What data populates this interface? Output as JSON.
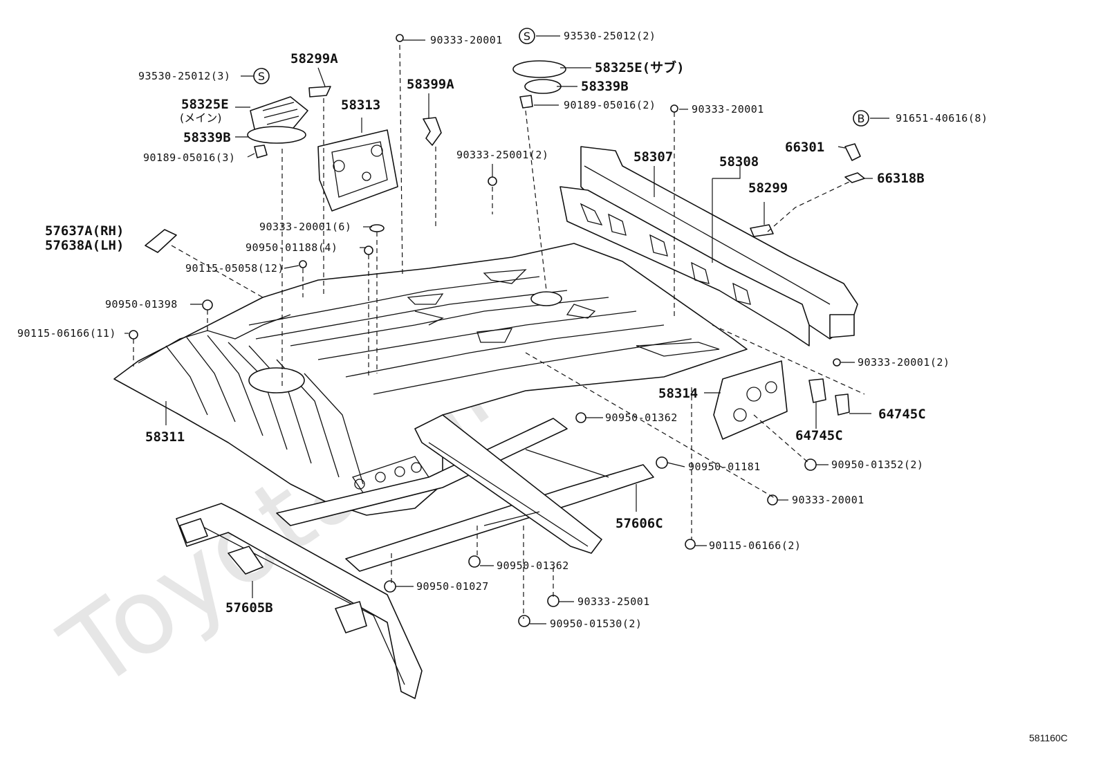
{
  "watermark": "ToyotaPart.ru",
  "diagram_code": "581160C",
  "labels": {
    "p93530_2": "93530-25012(2)",
    "p58325e_sub": "58325E(サブ)",
    "p58339b_r": "58339B",
    "p90189_2": "90189-05016(2)",
    "p90333_top": "90333-20001",
    "p90333_mid": "90333-20001",
    "p58299a": "58299A",
    "p93530_3": "93530-25012(3)",
    "p58325e_main": "58325E",
    "p_main_jp": "(メイン)",
    "p58339b_l": "58339B",
    "p90189_3": "90189-05016(3)",
    "p58313": "58313",
    "p58399a": "58399A",
    "p90333_25001_2": "90333-25001(2)",
    "p91651": "91651-40616(8)",
    "p66301": "66301",
    "p66318b": "66318B",
    "p58307": "58307",
    "p58308": "58308",
    "p58299": "58299",
    "p57637a": "57637A(RH)",
    "p57638a": "57638A(LH)",
    "p90333_20001_6": "90333-20001(6)",
    "p90950_01188": "90950-01188(4)",
    "p90115_05058": "90115-05058(12)",
    "p90950_01398": "90950-01398",
    "p90115_06166_11": "90115-06166(11)",
    "p90333_20001_2": "90333-20001(2)",
    "p58314": "58314",
    "p64745c_r": "64745C",
    "p64745c_l": "64745C",
    "p58311": "58311",
    "p90950_01362_u": "90950-01362",
    "p90950_01181": "90950-01181",
    "p90950_01352": "90950-01352(2)",
    "p90333_20001_lo": "90333-20001",
    "p57606c": "57606C",
    "p90115_06166_2": "90115-06166(2)",
    "p90950_01362_l": "90950-01362",
    "p90950_01027": "90950-01027",
    "p90333_25001": "90333-25001",
    "p57605b": "57605B",
    "p90950_01530": "90950-01530(2)"
  },
  "symbols": {
    "s_right": "S",
    "s_left": "S",
    "b_right": "B"
  }
}
